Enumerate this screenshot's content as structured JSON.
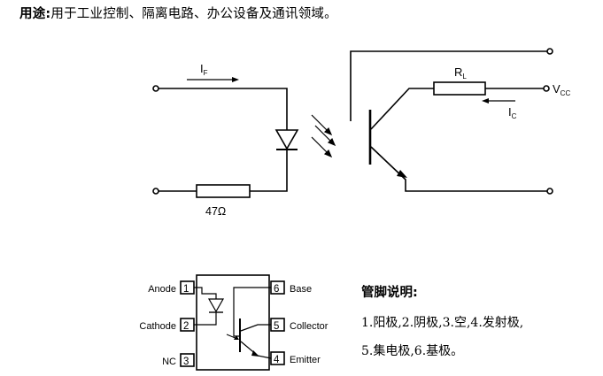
{
  "usage": {
    "label": "用途:",
    "text": "用于工业控制、隔离电路、办公设备及通讯领域。"
  },
  "circuit": {
    "input_current": "I",
    "input_current_sub": "F",
    "resistor": "47Ω",
    "load_resistor": "R",
    "load_resistor_sub": "L",
    "supply": "V",
    "supply_sub": "CC",
    "output_current": "I",
    "output_current_sub": "C"
  },
  "package": {
    "pins": [
      {
        "number": "1",
        "name": "Anode"
      },
      {
        "number": "2",
        "name": "Cathode"
      },
      {
        "number": "3",
        "name": "NC"
      },
      {
        "number": "4",
        "name": "Emitter"
      },
      {
        "number": "5",
        "name": "Collector"
      },
      {
        "number": "6",
        "name": "Base"
      }
    ]
  },
  "pin_description": {
    "title": "管脚说明:",
    "line1": "1.阳极,2.阴极,3.空,4.发射极,",
    "line2": "5.集电极,6.基极。"
  }
}
